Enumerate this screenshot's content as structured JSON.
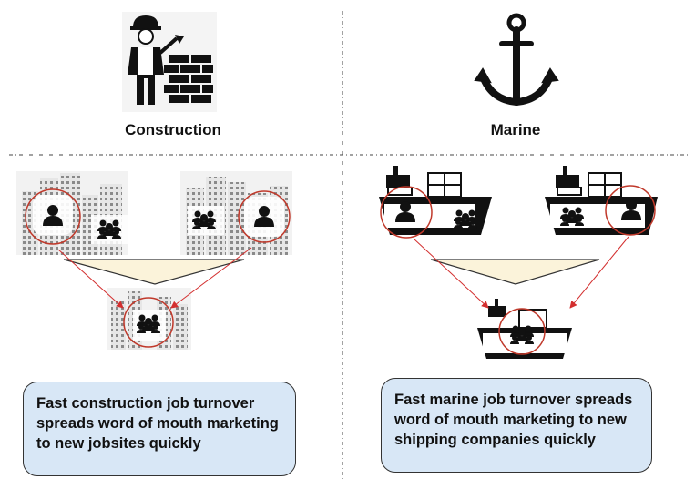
{
  "sections": [
    {
      "title": "Construction",
      "icon": "construction-worker-icon",
      "caption": "Fast construction job turnover spreads word of mouth marketing to new jobsites quickly"
    },
    {
      "title": "Marine",
      "icon": "anchor-icon",
      "caption": "Fast marine job turnover spreads word of mouth marketing to new shipping companies quickly"
    }
  ],
  "colors": {
    "highlight_circle": "#c0392b",
    "arrow": "#d32f2f",
    "funnel_fill": "#fbf3da",
    "caption_fill": "#d8e7f6",
    "icon": "#111111",
    "building": "#8a8a8a"
  }
}
